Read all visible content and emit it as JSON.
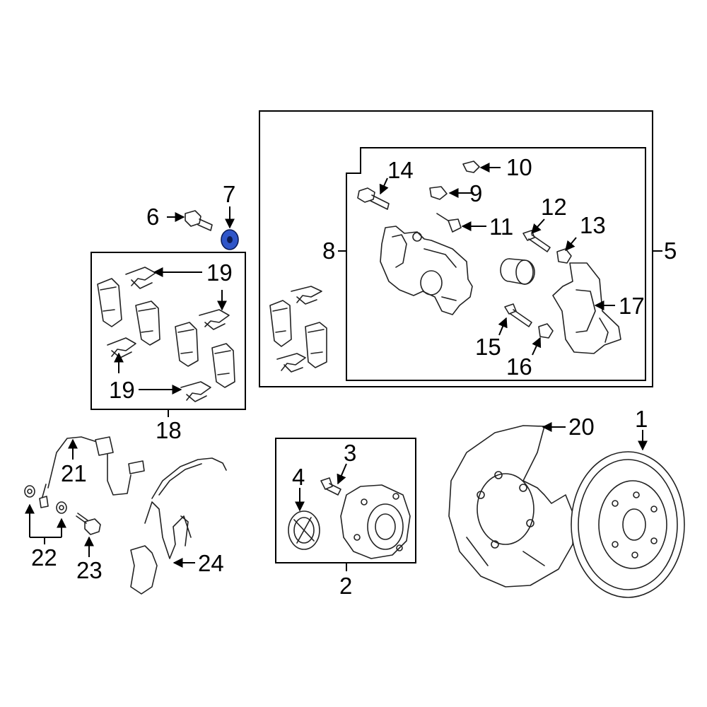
{
  "callouts": [
    {
      "id": "c1",
      "text": "1"
    },
    {
      "id": "c2",
      "text": "2"
    },
    {
      "id": "c3",
      "text": "3"
    },
    {
      "id": "c4",
      "text": "4"
    },
    {
      "id": "c5",
      "text": "5"
    },
    {
      "id": "c6",
      "text": "6"
    },
    {
      "id": "c7",
      "text": "7"
    },
    {
      "id": "c8",
      "text": "8"
    },
    {
      "id": "c9",
      "text": "9"
    },
    {
      "id": "c10",
      "text": "10"
    },
    {
      "id": "c11",
      "text": "11"
    },
    {
      "id": "c12",
      "text": "12"
    },
    {
      "id": "c13",
      "text": "13"
    },
    {
      "id": "c14",
      "text": "14"
    },
    {
      "id": "c15",
      "text": "15"
    },
    {
      "id": "c16",
      "text": "16"
    },
    {
      "id": "c17",
      "text": "17"
    },
    {
      "id": "c18",
      "text": "18"
    },
    {
      "id": "c19a",
      "text": "19"
    },
    {
      "id": "c19b",
      "text": "19"
    },
    {
      "id": "c20",
      "text": "20"
    },
    {
      "id": "c21",
      "text": "21"
    },
    {
      "id": "c22",
      "text": "22"
    },
    {
      "id": "c23",
      "text": "23"
    },
    {
      "id": "c24",
      "text": "24"
    }
  ],
  "highlight": {
    "part": "7",
    "color": "#2f55c8"
  }
}
